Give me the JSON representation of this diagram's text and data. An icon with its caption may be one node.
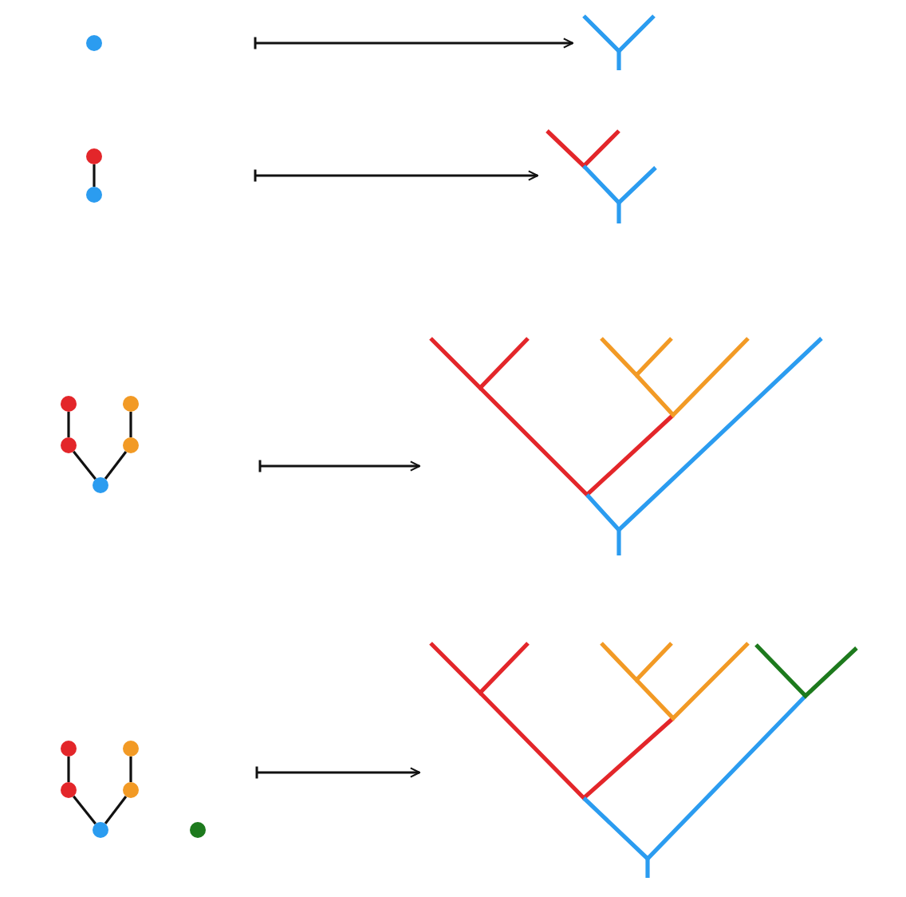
{
  "diagram": {
    "nodes": [
      {
        "text": [],
        "shape": "circle"
      },
      {
        "text": [],
        "shape": "picture"
      },
      {
        "text": [],
        "shape": "circle"
      },
      {
        "text": [],
        "shape": "circle"
      },
      {
        "text": [],
        "shape": "picture"
      },
      {
        "text": [],
        "shape": "circle"
      },
      {
        "text": [],
        "shape": "circle"
      },
      {
        "text": [],
        "shape": "circle"
      },
      {
        "text": [],
        "shape": "circle"
      },
      {
        "text": [],
        "shape": "circle"
      },
      {
        "text": [],
        "shape": "picture"
      },
      {
        "text": [],
        "shape": "circle"
      },
      {
        "text": [],
        "shape": "circle"
      },
      {
        "text": [],
        "shape": "circle"
      },
      {
        "text": [],
        "shape": "circle"
      },
      {
        "text": [],
        "shape": "circle"
      },
      {
        "text": [],
        "shape": "circle"
      },
      {
        "text": [],
        "shape": "picture"
      }
    ],
    "edges": [
      {
        "from": null,
        "to": 1,
        "arrow": "to"
      },
      {
        "from": 2,
        "to": 3,
        "arrow": "none"
      },
      {
        "from": null,
        "to": 4,
        "arrow": "to"
      },
      {
        "from": 5,
        "to": 7,
        "arrow": "none"
      },
      {
        "from": 6,
        "to": 8,
        "arrow": "none"
      },
      {
        "from": 7,
        "to": 9,
        "arrow": "none"
      },
      {
        "from": 8,
        "to": 9,
        "arrow": "none"
      },
      {
        "from": null,
        "to": 10,
        "arrow": "to"
      },
      {
        "from": 11,
        "to": 13,
        "arrow": "none"
      },
      {
        "from": 12,
        "to": 14,
        "arrow": "none"
      },
      {
        "from": 13,
        "to": 15,
        "arrow": "none"
      },
      {
        "from": 14,
        "to": 15,
        "arrow": "none"
      },
      {
        "from": null,
        "to": 17,
        "arrow": "to"
      }
    ]
  }
}
